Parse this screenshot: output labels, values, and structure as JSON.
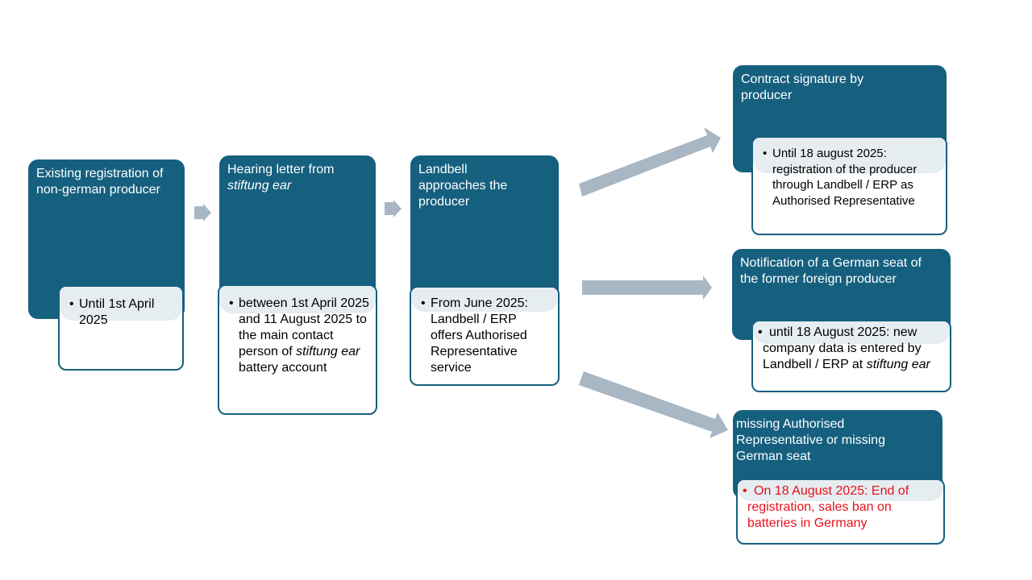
{
  "steps": [
    {
      "title": "Existing registration of non-german producer",
      "detail": "Until 1st April 2025"
    },
    {
      "title_pre": "Hearing letter from ",
      "title_em": "stiftung ear",
      "detail_pre": "between 1st April 2025 and 11 August 2025 to the main contact person of ",
      "detail_em": "stiftung ear",
      "detail_post": " battery account"
    },
    {
      "title": "Landbell approaches the producer",
      "detail": "From June 2025: Landbell / ERP offers Authorised Representative service"
    }
  ],
  "outcomes": [
    {
      "title": "Contract signature by producer",
      "detail": "Until 18 august 2025: registration of the producer through Landbell / ERP as Authorised Representative"
    },
    {
      "title": "Notification of a German seat of the former foreign producer",
      "detail_pre": "until 18 August 2025: new company data is entered by Landbell / ERP at ",
      "detail_em": "stiftung ear"
    },
    {
      "title": "missing Authorised Representative or missing German seat",
      "detail": "On 18 August 2025: End of registration, sales ban on batteries in Germany"
    }
  ],
  "colors": {
    "box": "#16607f",
    "arrow": "#a9b7c4",
    "shade": "#e6edf1",
    "warning": "#e8111b"
  },
  "bullet": "•"
}
